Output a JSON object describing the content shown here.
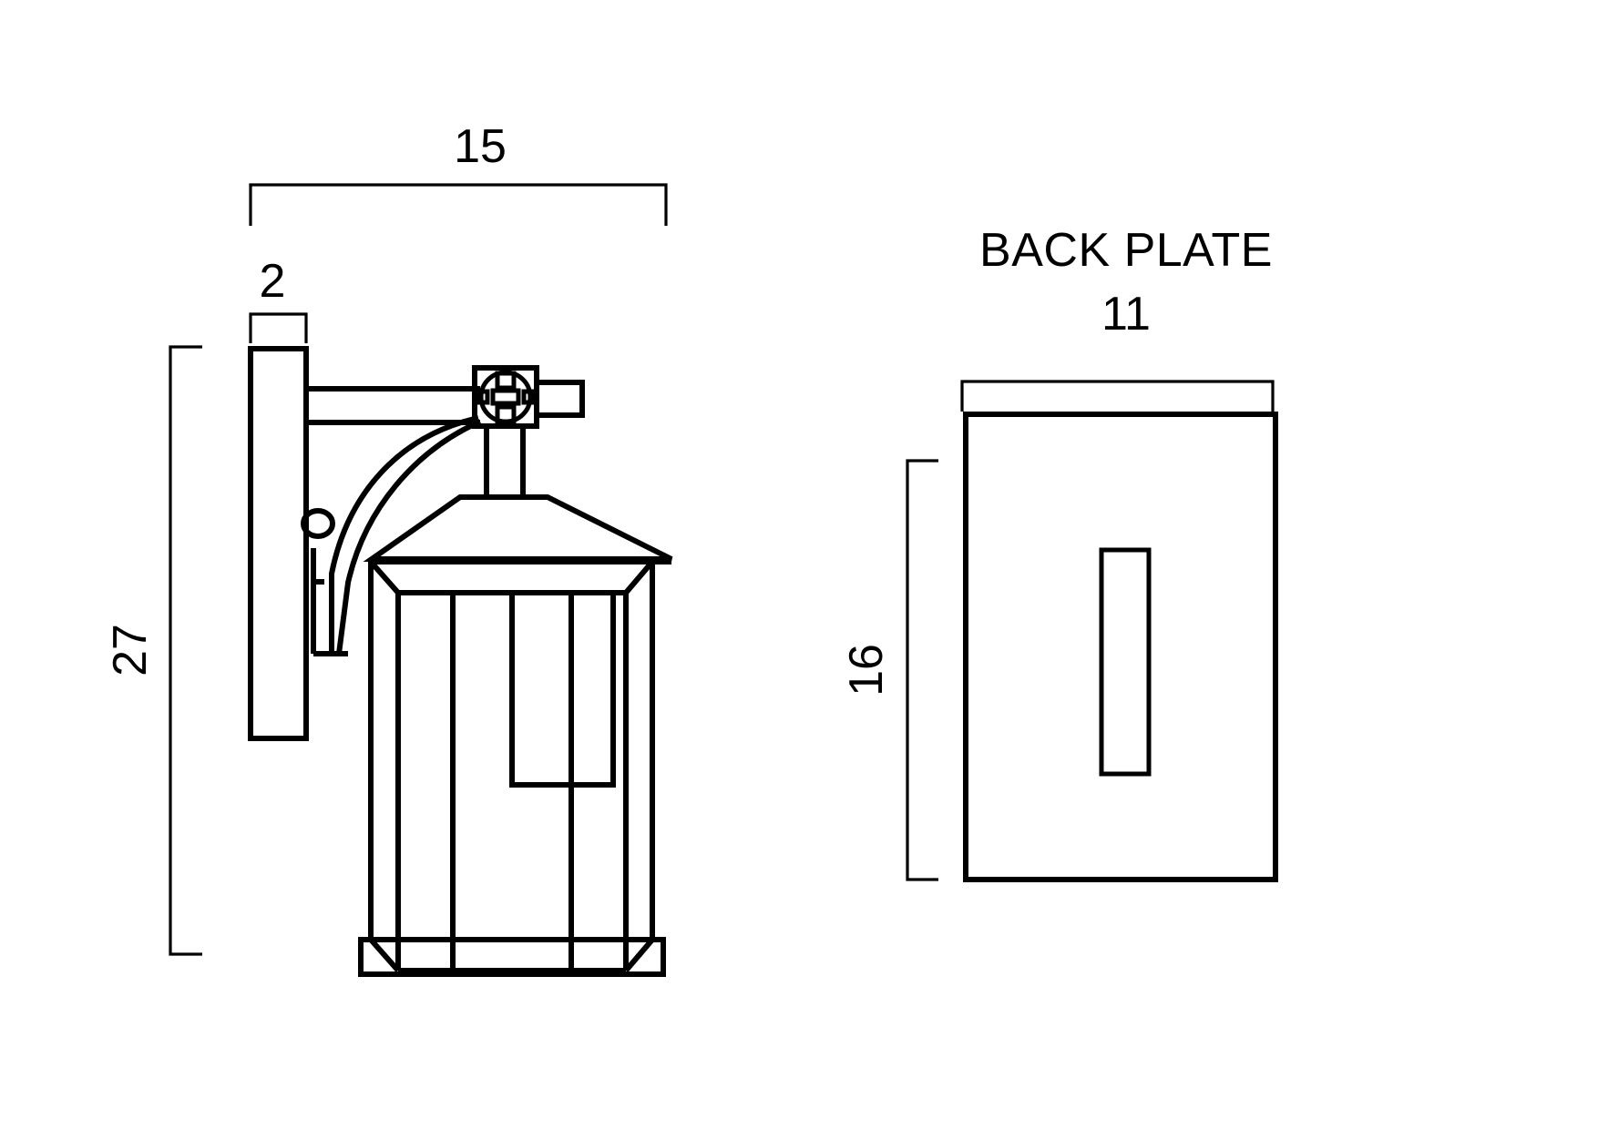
{
  "drawing": {
    "background_color": "#ffffff",
    "line_color": "#000000",
    "views": {
      "side": {
        "name": "side-elevation",
        "dimensions": {
          "overall_height": "27",
          "overall_depth": "15",
          "backplate_thickness": "2"
        }
      },
      "back_plate": {
        "name": "back-plate-view",
        "title": "BACK PLATE",
        "dimensions": {
          "width": "11",
          "height": "16"
        }
      }
    }
  },
  "labels": {
    "dim_15": "15",
    "dim_2": "2",
    "dim_27": "27",
    "back_plate_title": "BACK PLATE",
    "dim_11": "11",
    "dim_16": "16"
  }
}
